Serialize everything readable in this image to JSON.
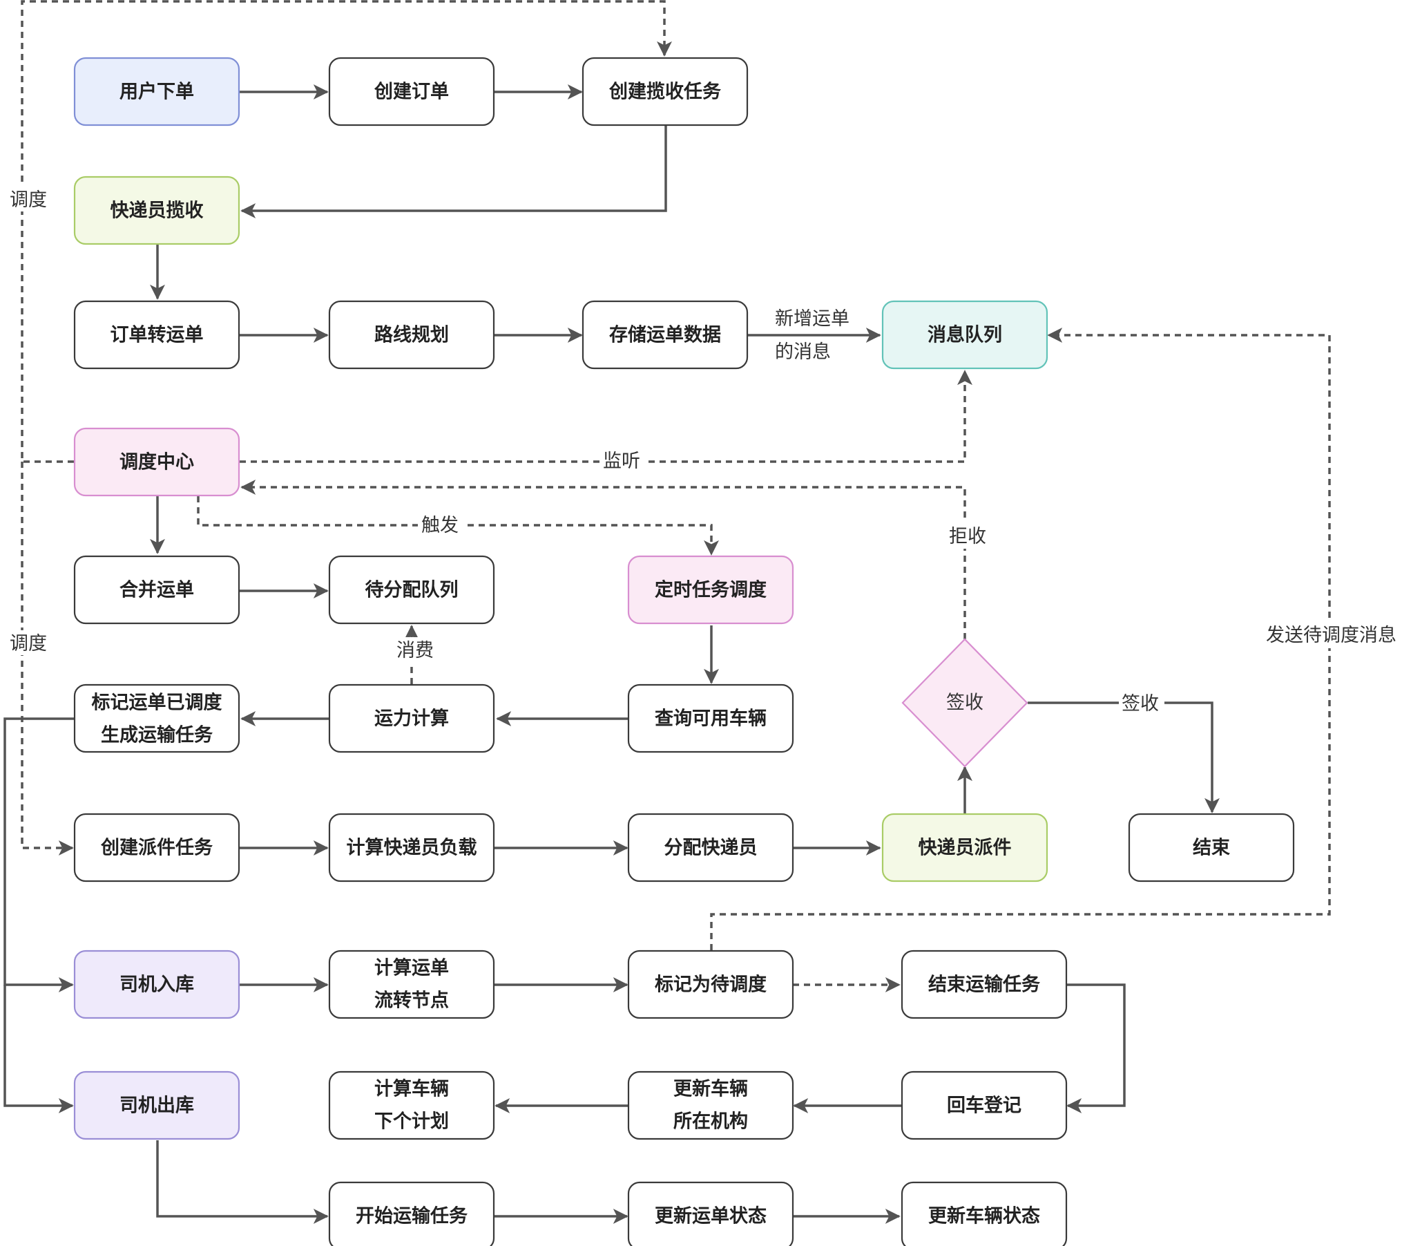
{
  "nodes": {
    "user_order": "用户下单",
    "create_order": "创建订单",
    "create_pickup_task": "创建揽收任务",
    "courier_pickup": "快递员揽收",
    "order_to_waybill": "订单转运单",
    "route_planning": "路线规划",
    "store_waybill": "存储运单数据",
    "message_queue": "消息队列",
    "dispatch_center": "调度中心",
    "merge_waybill": "合并运单",
    "pending_queue": "待分配队列",
    "scheduled_task": "定时任务调度",
    "mark_waybill_line1": "标记运单已调度",
    "mark_waybill_line2": "生成运输任务",
    "capacity_calc": "运力计算",
    "query_vehicles": "查询可用车辆",
    "sign_decision": "签收",
    "create_delivery_task": "创建派件任务",
    "calc_courier_load": "计算快递员负载",
    "assign_courier": "分配快递员",
    "courier_delivery": "快递员派件",
    "end": "结束",
    "driver_inbound": "司机入库",
    "calc_node_line1": "计算运单",
    "calc_node_line2": "流转节点",
    "mark_pending": "标记为待调度",
    "end_transport_task": "结束运输任务",
    "driver_outbound": "司机出库",
    "calc_plan_line1": "计算车辆",
    "calc_plan_line2": "下个计划",
    "update_vehicle_org_line1": "更新车辆",
    "update_vehicle_org_line2": "所在机构",
    "return_register": "回车登记",
    "start_transport_task": "开始运输任务",
    "update_waybill_status": "更新运单状态",
    "update_vehicle_status": "更新车辆状态"
  },
  "edge_labels": {
    "dispatch_top": "调度",
    "dispatch_bottom": "调度",
    "new_waybill_line1": "新增运单",
    "new_waybill_line2": "的消息",
    "listen": "监听",
    "trigger": "触发",
    "reject": "拒收",
    "consume": "消费",
    "sign": "签收",
    "send_pending_message": "发送待调度消息"
  },
  "colors": {
    "default_fill": "#ffffff",
    "default_stroke": "#3a3a3a",
    "blue_fill": "#e8eefc",
    "blue_stroke": "#7f8fd6",
    "green_fill": "#f4f9e6",
    "green_stroke": "#a9cc66",
    "teal_fill": "#e6f6f4",
    "teal_stroke": "#62c3b8",
    "pink_fill": "#fbeaf5",
    "pink_stroke": "#d88ed0",
    "purple_fill": "#efeafb",
    "purple_stroke": "#9a8ed6",
    "edge": "#545454"
  }
}
